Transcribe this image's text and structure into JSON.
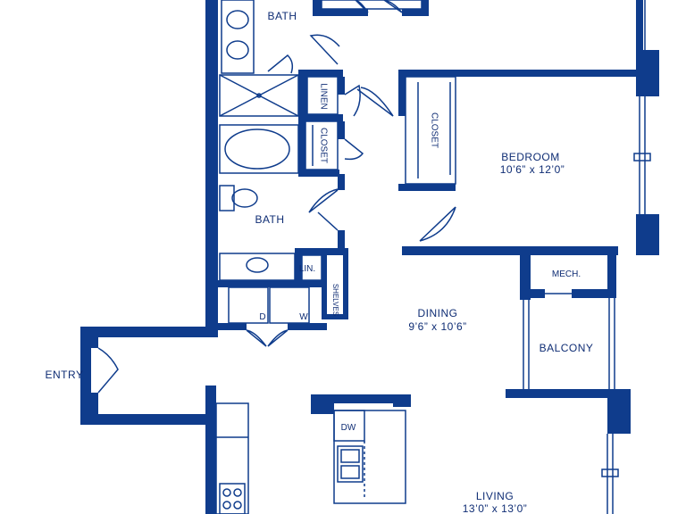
{
  "colors": {
    "wall": "#0f3c8c",
    "line": "#0f3c8c",
    "text": "#0f2d74",
    "background": "#ffffff"
  },
  "rooms": {
    "bath_upper": {
      "label": "BATH"
    },
    "linen_upper": {
      "label": "LINEN"
    },
    "closet_small": {
      "label": "CLOSET"
    },
    "closet_bedroom": {
      "label": "CLOSET"
    },
    "bedroom": {
      "label": "BEDROOM",
      "dims": "10’6” x 12’0”"
    },
    "bath_lower": {
      "label": "BATH"
    },
    "lin": {
      "label": "LIN."
    },
    "shelves": {
      "label": "SHELVES"
    },
    "washer": {
      "label": "W"
    },
    "dryer": {
      "label": "D"
    },
    "dining": {
      "label": "DINING",
      "dims": "9’6” x 10’6”"
    },
    "mech": {
      "label": "MECH."
    },
    "balcony": {
      "label": "BALCONY"
    },
    "entry": {
      "label": "ENTRY"
    },
    "dishwasher": {
      "label": "DW"
    },
    "living": {
      "label": "LIVING",
      "dims": "13’0” x 13’0”"
    }
  }
}
